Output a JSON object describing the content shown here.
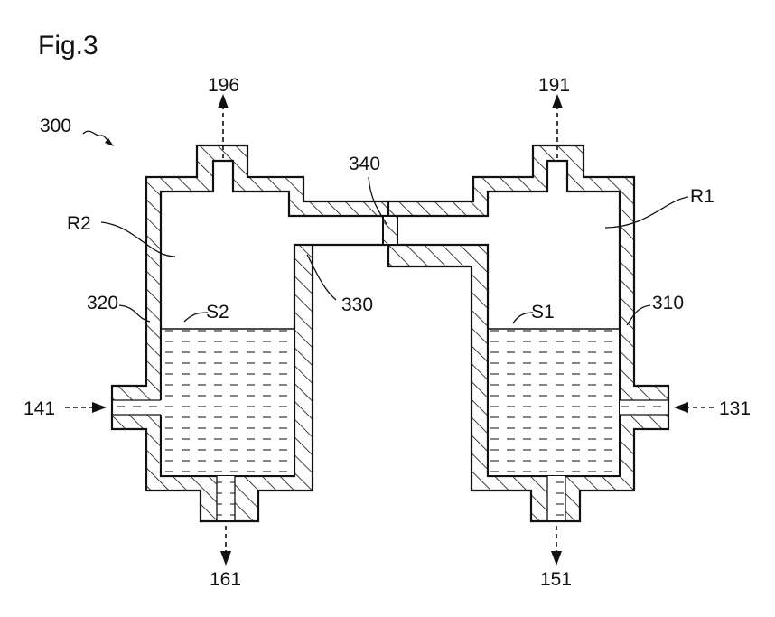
{
  "figure": {
    "title": "Fig.3"
  },
  "labels": {
    "device": "300",
    "out_top_left": "196",
    "out_top_right": "191",
    "valve": "340",
    "region_left": "R2",
    "region_right": "R1",
    "vessel_left": "320",
    "vessel_right": "310",
    "connector": "330",
    "surface_left": "S2",
    "surface_right": "S1",
    "in_left": "141",
    "in_right": "131",
    "out_bottom_left": "161",
    "out_bottom_right": "151"
  }
}
